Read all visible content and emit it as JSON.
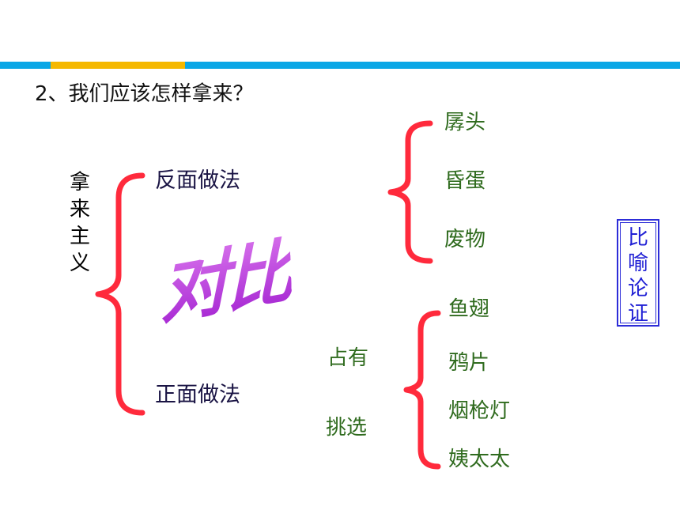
{
  "heading": "2、我们应该怎样拿来？",
  "vertical_label": "拿来主义",
  "negative": {
    "label": "反面做法",
    "items": [
      "孱头",
      "昏蛋",
      "废物"
    ]
  },
  "positive": {
    "label": "正面做法",
    "actions": [
      "占有",
      "挑选"
    ],
    "items": [
      "鱼翅",
      "鸦片",
      "烟枪灯",
      "姨太太"
    ]
  },
  "contrast_word": "对比",
  "metaphor_box": "比喻论证",
  "colors": {
    "topbar": "#0aa7e6",
    "topbar_accent": "#f5b800",
    "brace": "#ff2a3c",
    "green_text": "#2f6b1e",
    "dark_text": "#1a1444",
    "contrast": "#b43ad9",
    "metaphor": "#1f1fd4"
  }
}
